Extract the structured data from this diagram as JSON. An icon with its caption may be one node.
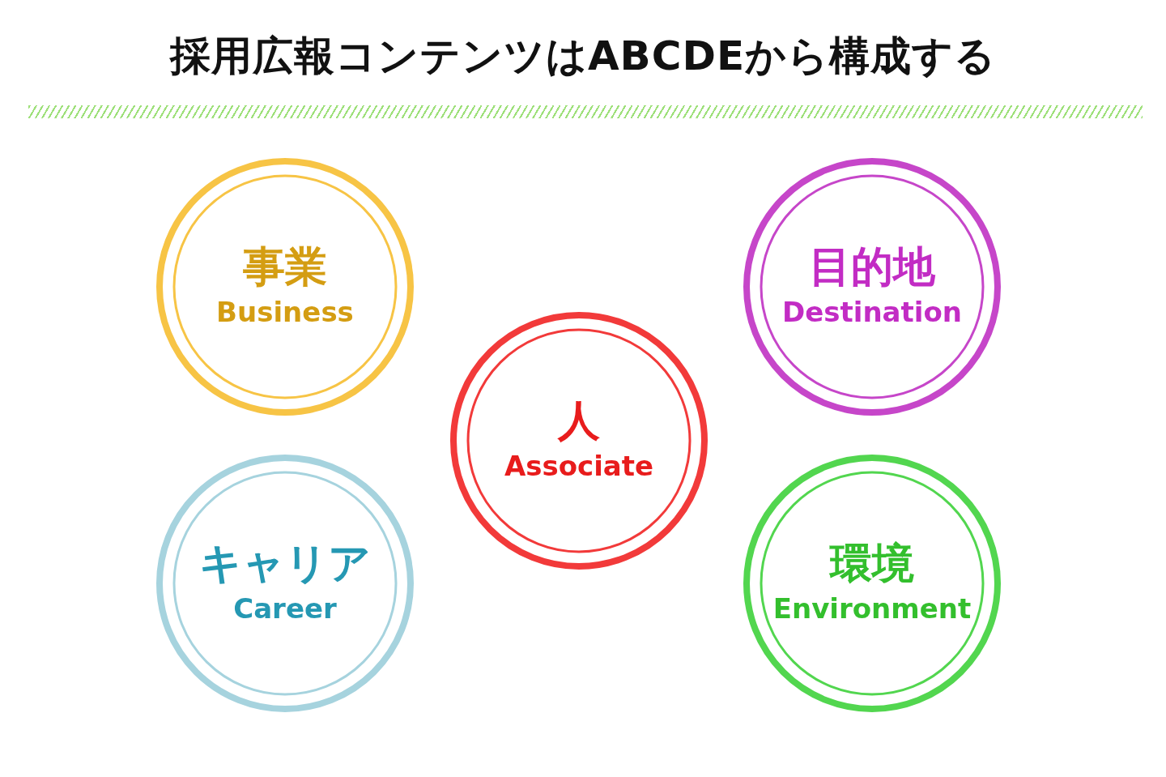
{
  "diagram": {
    "title": "採用広報コンテンツはABCDEから構成する",
    "nodes": [
      {
        "text": [
          "事業",
          "Business"
        ]
      },
      {
        "text": [
          "目的地",
          "Destination"
        ]
      },
      {
        "text": [
          "人",
          "Associate"
        ]
      },
      {
        "text": [
          "キャリア",
          "Career"
        ]
      },
      {
        "text": [
          "環境",
          "Environment"
        ]
      }
    ]
  }
}
